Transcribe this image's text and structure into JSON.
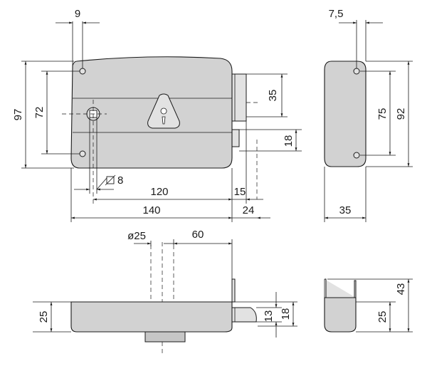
{
  "dimensions": {
    "front": {
      "d9": "9",
      "d97": "97",
      "d72": "72",
      "d35": "35",
      "d18": "18",
      "d8": "8",
      "d120": "120",
      "d15": "15",
      "d140": "140",
      "d24": "24"
    },
    "side": {
      "d7_5": "7,5",
      "d75": "75",
      "d92": "92",
      "d35": "35"
    },
    "bottom": {
      "d25_dia": "ø25",
      "d60": "60",
      "d25": "25",
      "d13": "13",
      "d18": "18"
    },
    "profile": {
      "d43": "43",
      "d25": "25"
    }
  },
  "colors": {
    "body": "#d2d2d2",
    "line": "#1a1a1a"
  }
}
